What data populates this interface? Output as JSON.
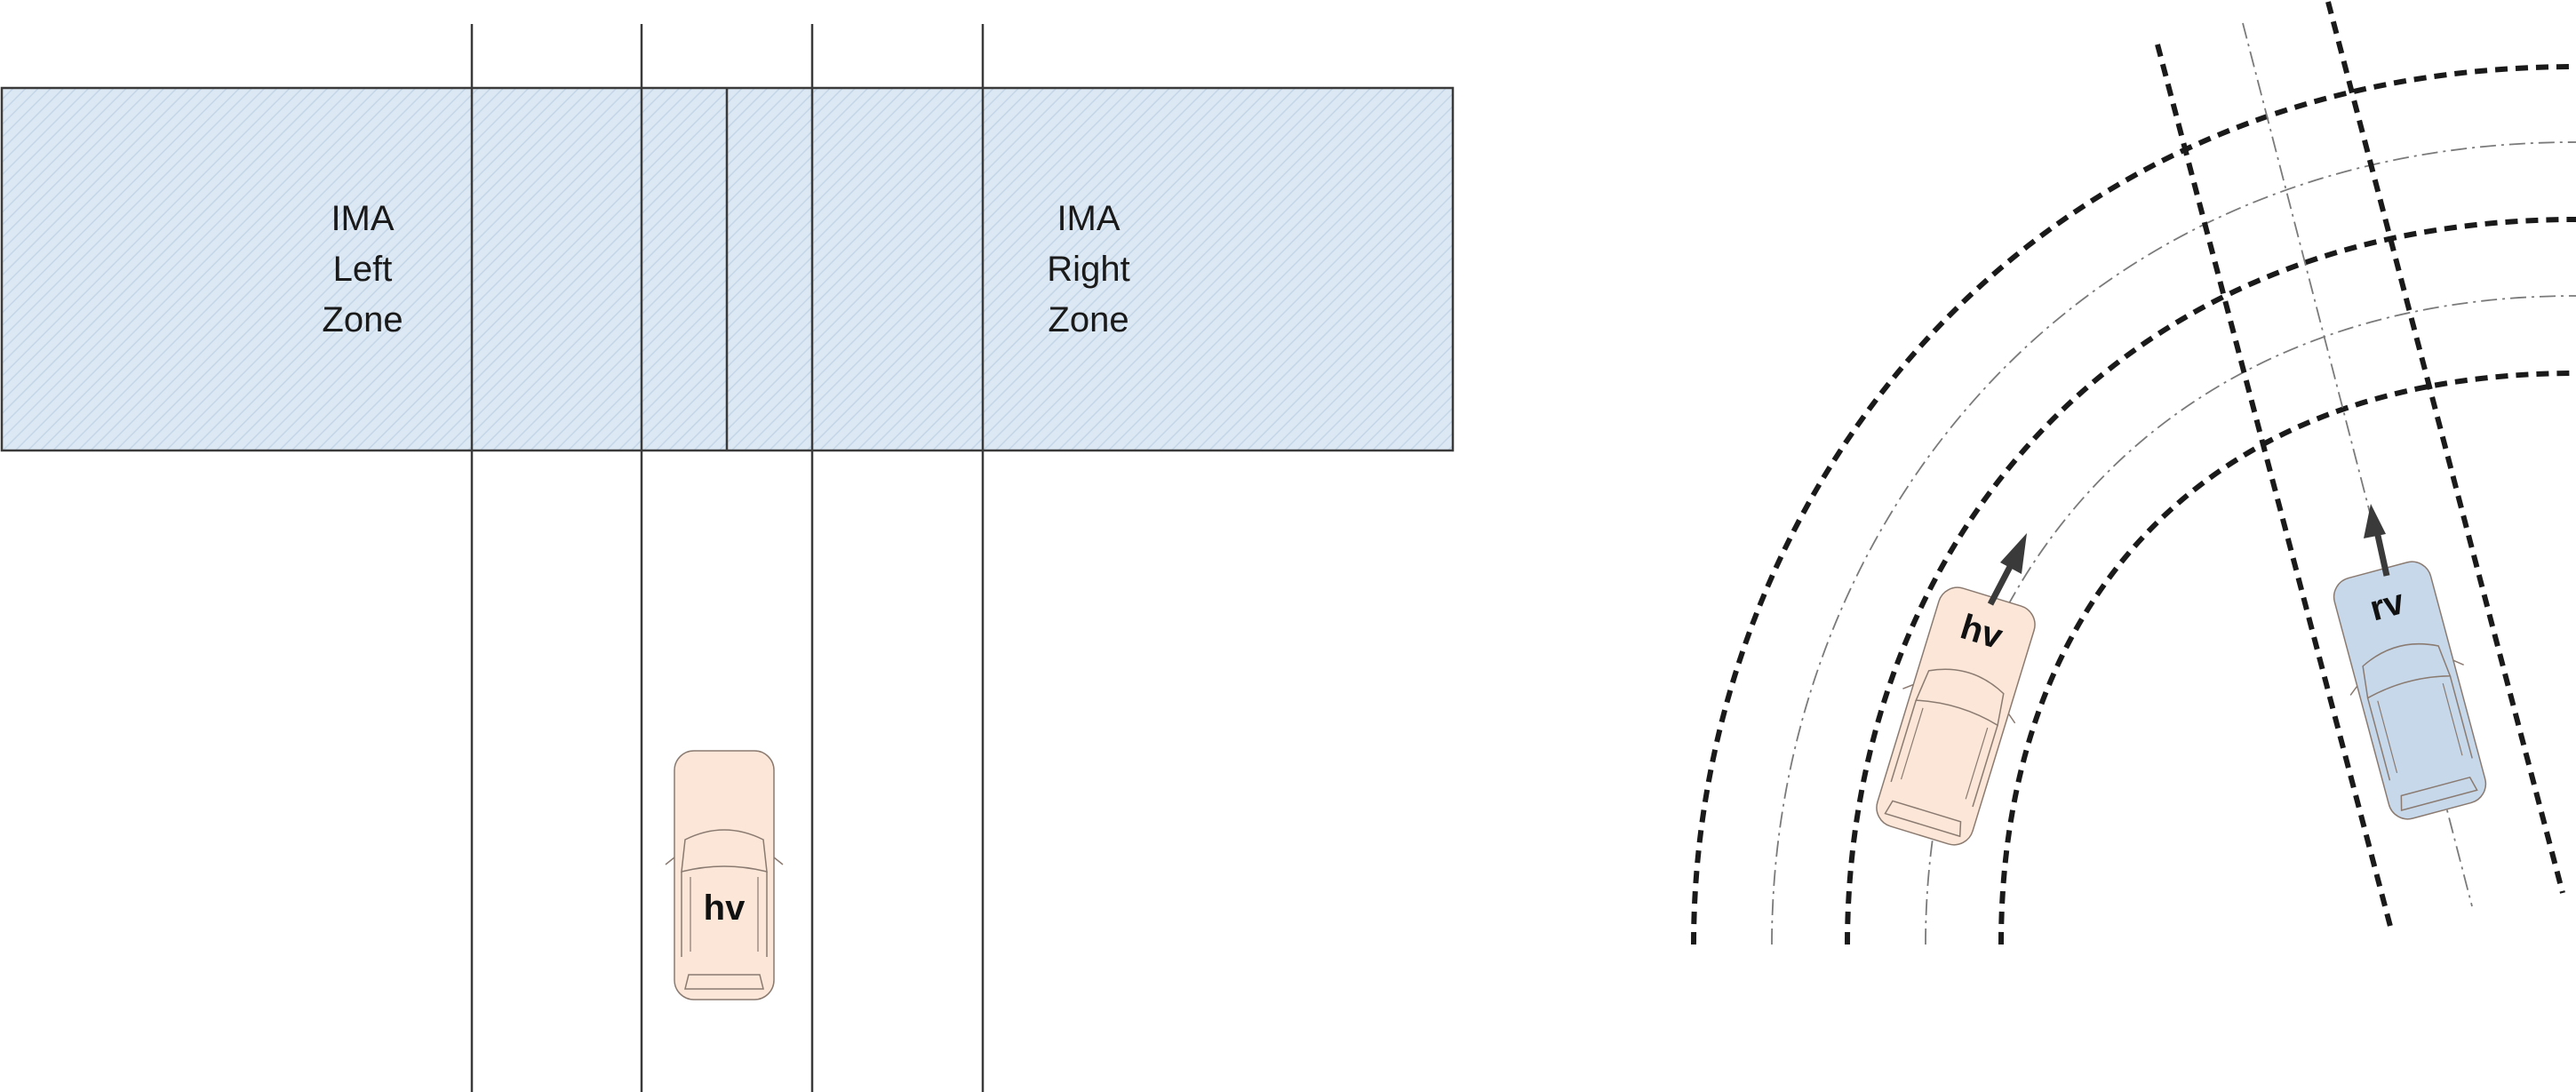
{
  "left_diagram": {
    "left_zone": {
      "lines": [
        "IMA",
        "Left",
        "Zone"
      ]
    },
    "right_zone": {
      "lines": [
        "IMA",
        "Right",
        "Zone"
      ]
    },
    "host_vehicle": {
      "label": "hv",
      "color": "#fbe6d8"
    },
    "zone_fill_color": "#dce8f3"
  },
  "right_diagram": {
    "host_vehicle": {
      "label": "hv",
      "color": "#fbe6d8"
    },
    "remote_vehicle": {
      "label": "rv",
      "color": "#c6d8ea"
    }
  }
}
